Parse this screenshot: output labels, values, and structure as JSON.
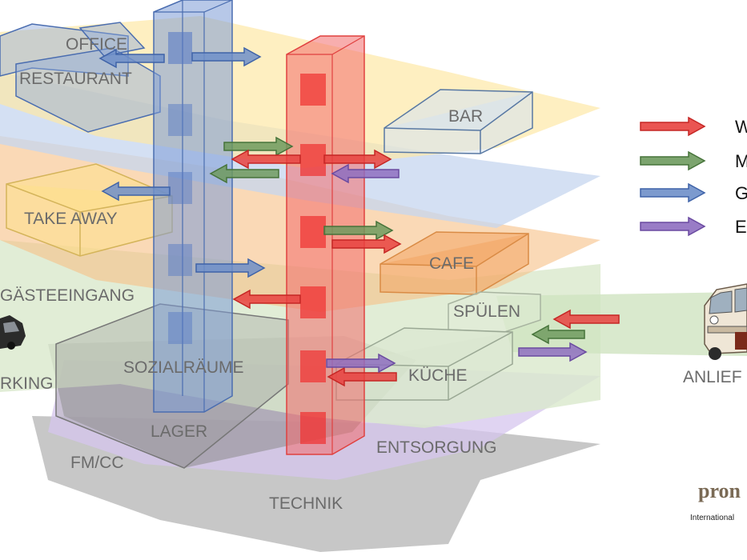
{
  "labels": {
    "office": "OFFICE",
    "restaurant": "RESTAURANT",
    "bar": "BAR",
    "take_away": "TAKE AWAY",
    "cafe": "CAFE",
    "gaesteeingang": "GÄSTEEINGANG",
    "spuelen": "SPÜLEN",
    "sozialraeume": "SOZIALRÄUME",
    "kueche": "KÜCHE",
    "parking": "RKING",
    "anlieferung": "ANLIEF",
    "lager": "LAGER",
    "entsorgung": "ENTSORGUNG",
    "fm_cc": "FM/CC",
    "technik": "TECHNIK"
  },
  "legend": [
    {
      "label": "W",
      "color": "#e8423f"
    },
    {
      "label": "M",
      "color": "#6e9a5e"
    },
    {
      "label": "G",
      "color": "#6e8fc9"
    },
    {
      "label": "E",
      "color": "#8e6ec0"
    }
  ],
  "brand": {
    "name": "pron",
    "tagline": "International"
  },
  "colors": {
    "red": "#e8423f",
    "green": "#6e9a5e",
    "blue": "#6e8fc9",
    "purple": "#8e6ec0",
    "yellow_plane": "#fde9a8",
    "blue_plane": "#c7d6ee",
    "orange_plane": "#f7c08a",
    "green_plane": "#d6e8c8",
    "purple_plane": "#dccaf0",
    "gray_plane": "#bdbdbd"
  }
}
